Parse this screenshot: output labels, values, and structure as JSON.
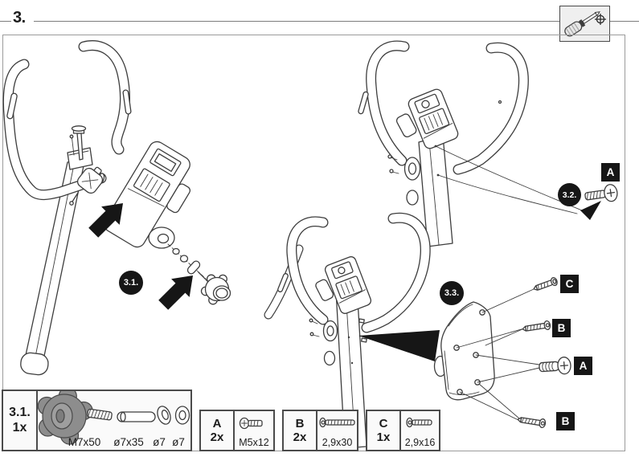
{
  "header": {
    "step_number": "3."
  },
  "tool": {
    "name": "phillips-screwdriver"
  },
  "callouts": {
    "step_31": "3.1.",
    "step_32": "3.2.",
    "step_33": "3.3.",
    "part_a": "A",
    "part_b": "B",
    "part_c": "C"
  },
  "hardware_box": {
    "step": "3.1.",
    "quantity": "1x",
    "part_labels": [
      "M7x50",
      "ø7x35",
      "ø7",
      "ø7"
    ]
  },
  "fastener_boxes": [
    {
      "letter": "A",
      "quantity": "2x",
      "size": "M5x12"
    },
    {
      "letter": "B",
      "quantity": "2x",
      "size": "2,9x30"
    },
    {
      "letter": "C",
      "quantity": "1x",
      "size": "2,9x16"
    }
  ],
  "colors": {
    "badge_black": "#161616",
    "line_gray": "#3d3d3d",
    "frame_gray": "#9b9b9b",
    "panel_bg": "#fafafa",
    "knob_gray": "#8d8d8d"
  }
}
